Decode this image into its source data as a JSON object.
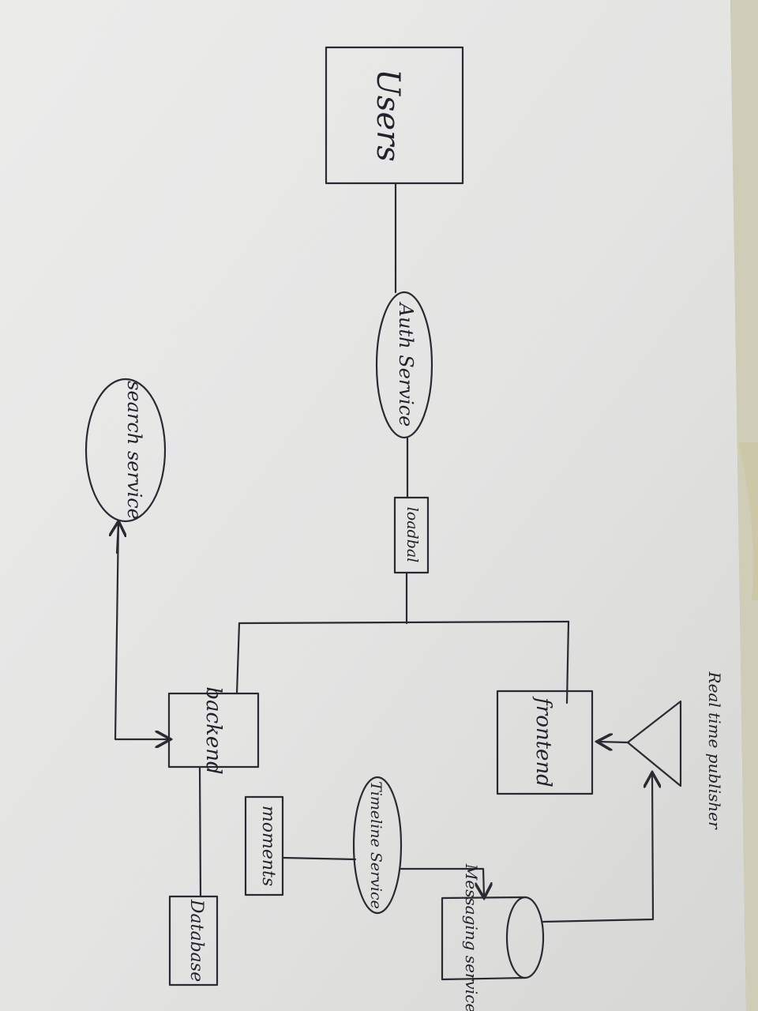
{
  "diagram": {
    "nodes": {
      "users": "Users",
      "auth_service": "Auth Service",
      "load_balancer": "loadbal",
      "search_service": "search service",
      "backend": "backend",
      "frontend": "frontend",
      "database": "Database",
      "moments": "moments",
      "timeline_service": "Timeline Service",
      "messaging_service": "Messaging service",
      "real_time_publisher": "Real time publisher"
    }
  },
  "colors": {
    "paper": "#e9e9e8",
    "ink": "#2a2a33",
    "background": "#a9a7a4"
  }
}
